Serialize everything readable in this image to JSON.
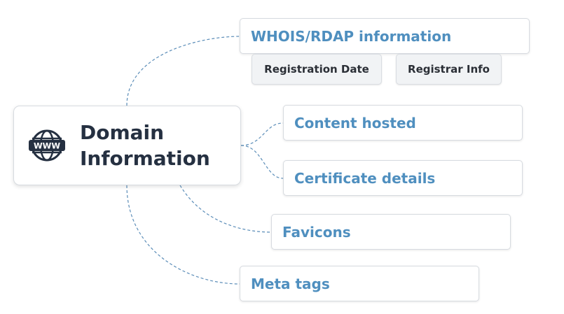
{
  "root": {
    "title_line1": "Domain",
    "title_line2": "Information",
    "icon": "www-globe-icon"
  },
  "branches": [
    {
      "label": "WHOIS/RDAP information",
      "children": [
        "Registration Date",
        "Registrar Info"
      ]
    },
    {
      "label": "Content hosted",
      "children": []
    },
    {
      "label": "Certificate details",
      "children": []
    },
    {
      "label": "Favicons",
      "children": []
    },
    {
      "label": "Meta tags",
      "children": []
    }
  ],
  "colors": {
    "root_text": "#253041",
    "branch_text": "#4f8fbf",
    "connector": "#5b8db8",
    "sub_background": "#f1f3f5"
  }
}
